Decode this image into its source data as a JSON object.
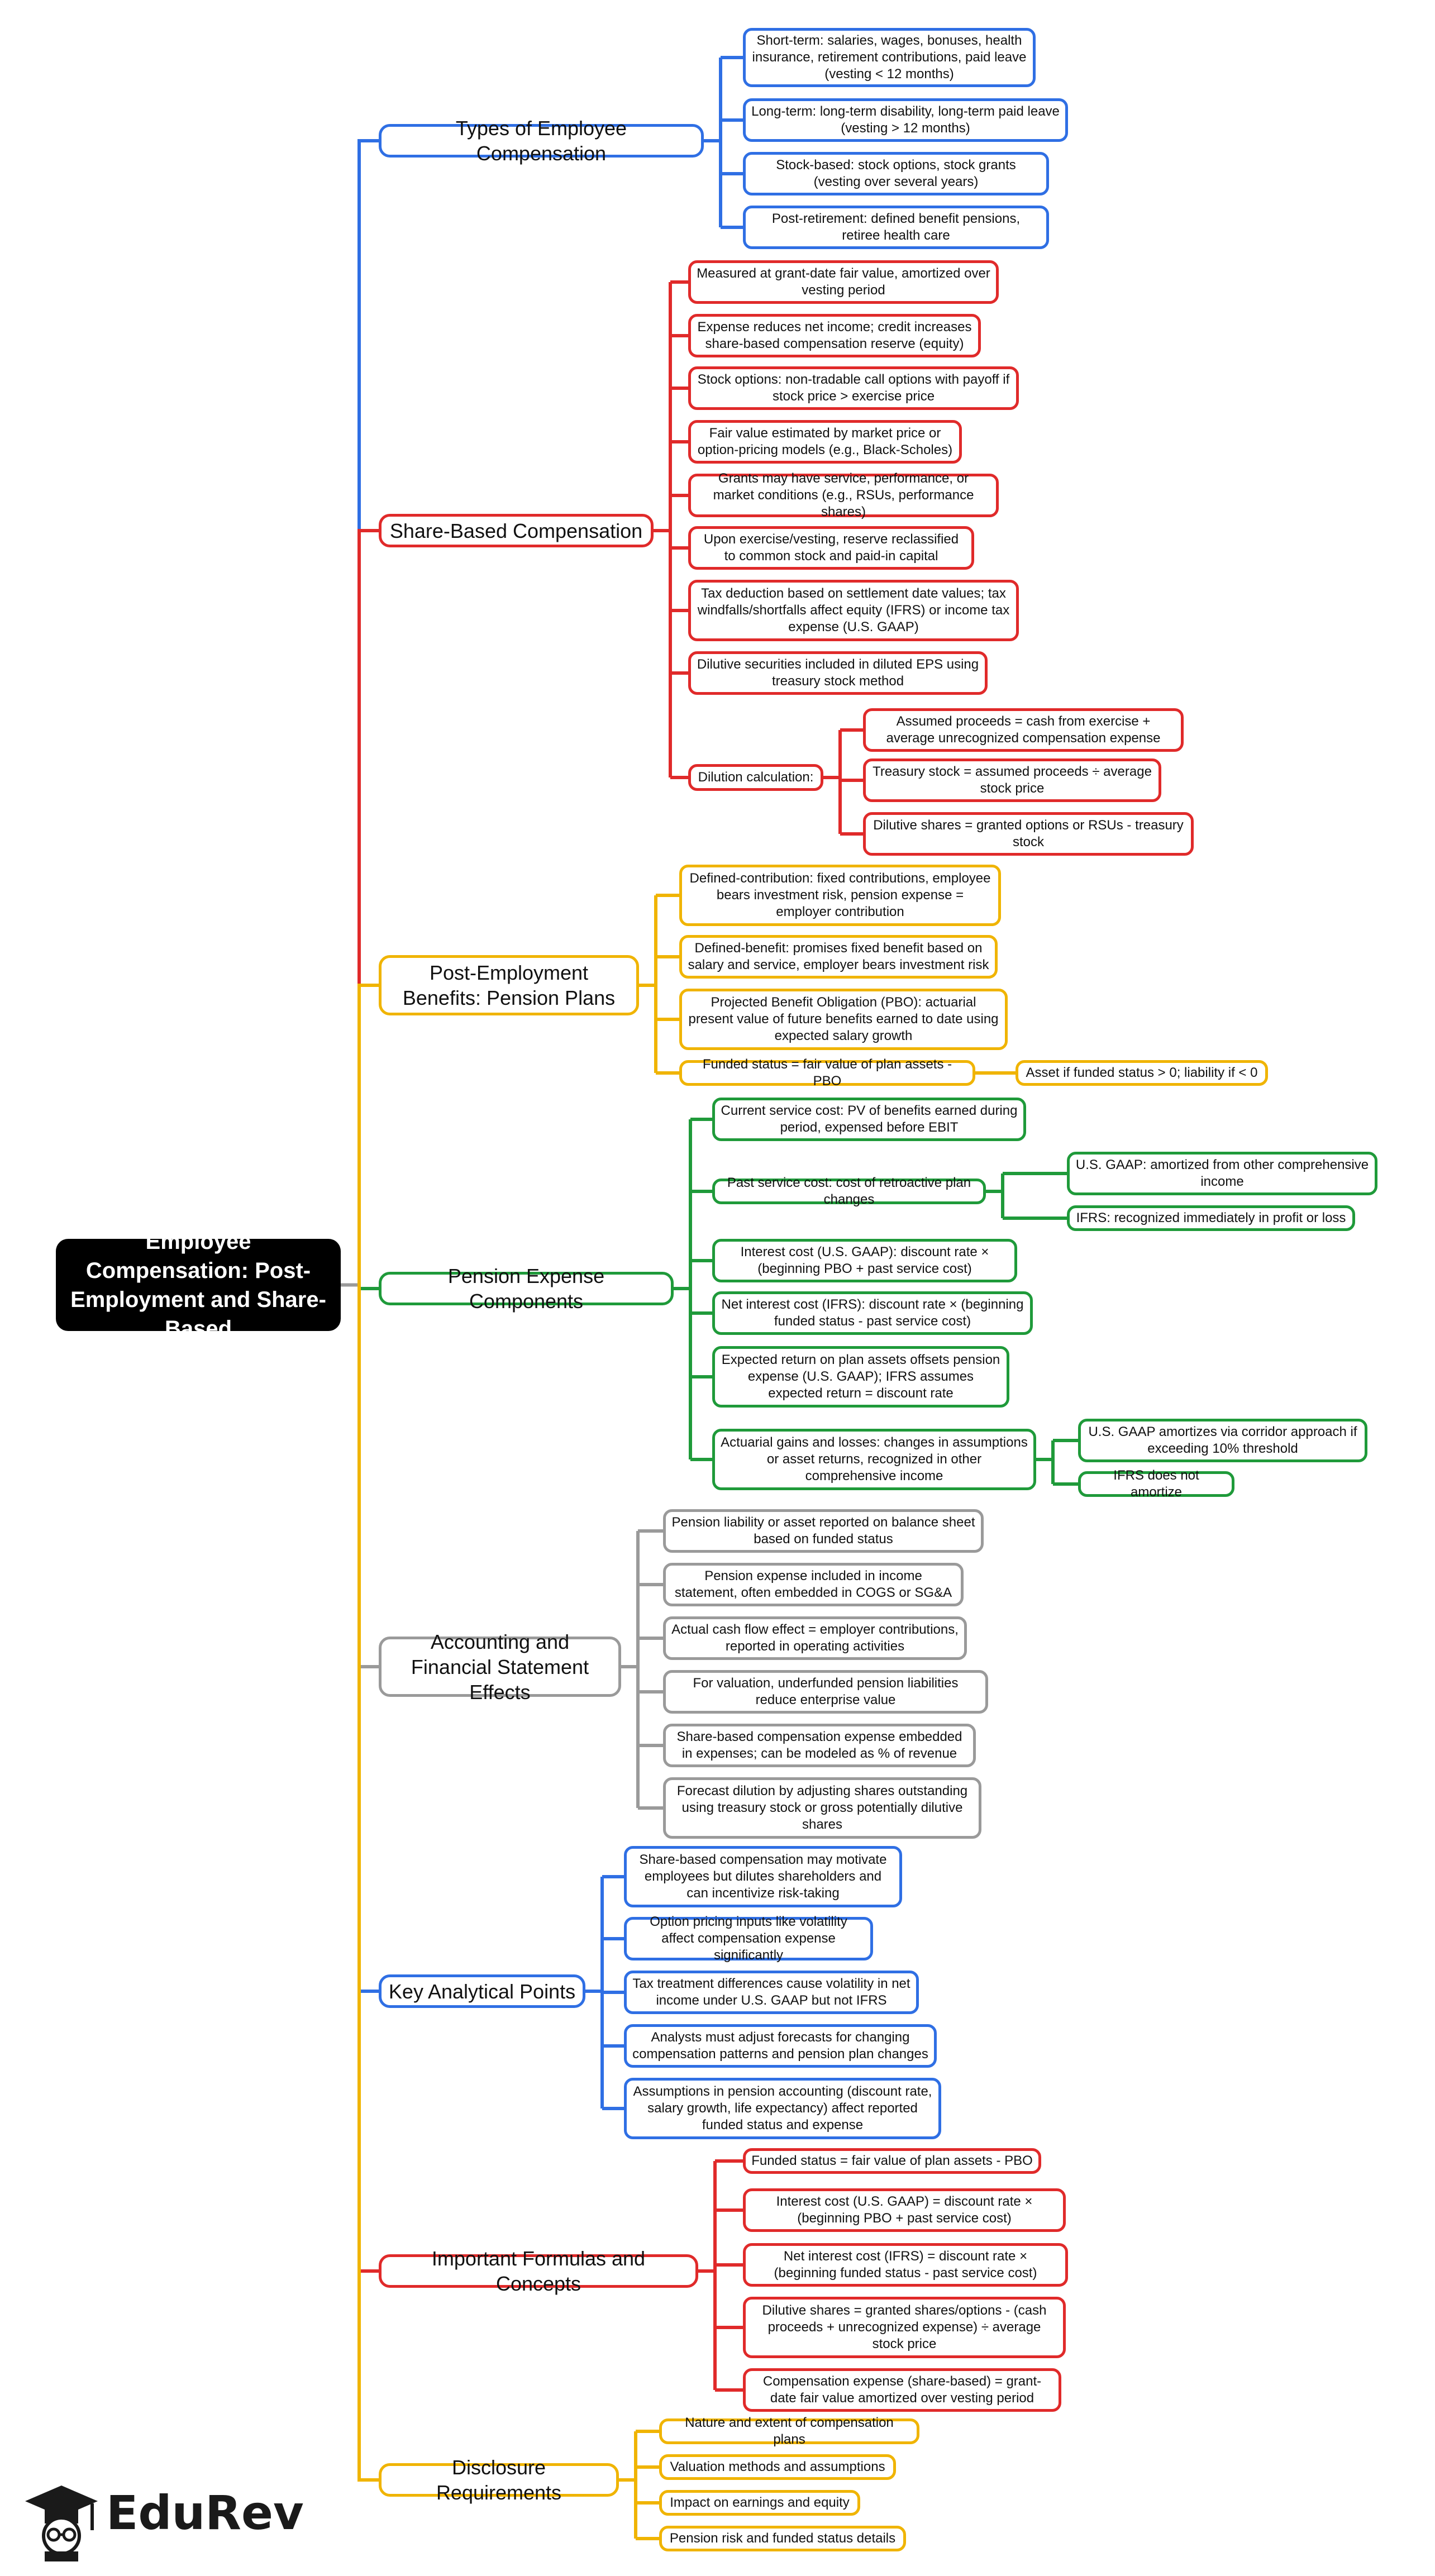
{
  "colors": {
    "blue": "#2f6fe4",
    "red": "#e02a2a",
    "yellow": "#f0b400",
    "green": "#1f9a3a",
    "gray": "#9a9a9a",
    "root_bg": "#000000"
  },
  "root": {
    "label": "Employee Compensation: Post-Employment and Share-Based"
  },
  "branches": [
    {
      "label": "Types of Employee Compensation",
      "color": "blue",
      "children": [
        {
          "label": "Short-term: salaries, wages, bonuses, health insurance, retirement contributions, paid leave (vesting < 12 months)"
        },
        {
          "label": "Long-term: long-term disability, long-term paid leave (vesting > 12 months)"
        },
        {
          "label": "Stock-based: stock options, stock grants (vesting over several years)"
        },
        {
          "label": "Post-retirement: defined benefit pensions, retiree health care"
        }
      ]
    },
    {
      "label": "Share-Based Compensation",
      "color": "red",
      "children": [
        {
          "label": "Measured at grant-date fair value, amortized over vesting period"
        },
        {
          "label": "Expense reduces net income; credit increases share-based compensation reserve (equity)"
        },
        {
          "label": "Stock options: non-tradable call options with payoff if stock price > exercise price"
        },
        {
          "label": "Fair value estimated by market price or option-pricing models (e.g., Black-Scholes)"
        },
        {
          "label": "Grants may have service, performance, or market conditions (e.g., RSUs, performance shares)"
        },
        {
          "label": "Upon exercise/vesting, reserve reclassified to common stock and paid-in capital"
        },
        {
          "label": "Tax deduction based on settlement date values; tax windfalls/shortfalls affect equity (IFRS) or income tax expense (U.S. GAAP)"
        },
        {
          "label": "Dilutive securities included in diluted EPS using treasury stock method"
        },
        {
          "label": "Dilution calculation:",
          "children": [
            {
              "label": "Assumed proceeds = cash from exercise + average unrecognized compensation expense"
            },
            {
              "label": "Treasury stock = assumed proceeds ÷ average stock price"
            },
            {
              "label": "Dilutive shares = granted options or RSUs - treasury stock"
            }
          ]
        }
      ]
    },
    {
      "label": "Post-Employment Benefits: Pension Plans",
      "color": "yellow",
      "children": [
        {
          "label": "Defined-contribution: fixed contributions, employee bears investment risk, pension expense = employer contribution"
        },
        {
          "label": "Defined-benefit: promises fixed benefit based on salary and service, employer bears investment risk"
        },
        {
          "label": "Projected Benefit Obligation (PBO): actuarial present value of future benefits earned to date using expected salary growth"
        },
        {
          "label": "Funded status = fair value of plan assets - PBO",
          "children": [
            {
              "label": "Asset if funded status > 0; liability if < 0"
            }
          ]
        }
      ]
    },
    {
      "label": "Pension Expense Components",
      "color": "green",
      "children": [
        {
          "label": "Current service cost: PV of benefits earned during period, expensed before EBIT"
        },
        {
          "label": "Past service cost: cost of retroactive plan changes",
          "children": [
            {
              "label": "U.S. GAAP: amortized from other comprehensive income"
            },
            {
              "label": "IFRS: recognized immediately in profit or loss"
            }
          ]
        },
        {
          "label": "Interest cost (U.S. GAAP): discount rate × (beginning PBO + past service cost)"
        },
        {
          "label": "Net interest cost (IFRS): discount rate × (beginning funded status - past service cost)"
        },
        {
          "label": "Expected return on plan assets offsets pension expense (U.S. GAAP); IFRS assumes expected return = discount rate"
        },
        {
          "label": "Actuarial gains and losses: changes in assumptions or asset returns, recognized in other comprehensive income",
          "children": [
            {
              "label": "U.S. GAAP amortizes via corridor approach if exceeding 10% threshold"
            },
            {
              "label": "IFRS does not amortize"
            }
          ]
        }
      ]
    },
    {
      "label": "Accounting and Financial Statement Effects",
      "color": "gray",
      "children": [
        {
          "label": "Pension liability or asset reported on balance sheet based on funded status"
        },
        {
          "label": "Pension expense included in income statement, often embedded in COGS or SG&A"
        },
        {
          "label": "Actual cash flow effect = employer contributions, reported in operating activities"
        },
        {
          "label": "For valuation, underfunded pension liabilities reduce enterprise value"
        },
        {
          "label": "Share-based compensation expense embedded in expenses; can be modeled as % of revenue"
        },
        {
          "label": "Forecast dilution by adjusting shares outstanding using treasury stock or gross potentially dilutive shares"
        }
      ]
    },
    {
      "label": "Key Analytical Points",
      "color": "blue",
      "children": [
        {
          "label": "Share-based compensation may motivate employees but dilutes shareholders and can incentivize risk-taking"
        },
        {
          "label": "Option pricing inputs like volatility affect compensation expense significantly"
        },
        {
          "label": "Tax treatment differences cause volatility in net income under U.S. GAAP but not IFRS"
        },
        {
          "label": "Analysts must adjust forecasts for changing compensation patterns and pension plan changes"
        },
        {
          "label": "Assumptions in pension accounting (discount rate, salary growth, life expectancy) affect reported funded status and expense"
        }
      ]
    },
    {
      "label": "Important Formulas and Concepts",
      "color": "red",
      "children": [
        {
          "label": "Funded status = fair value of plan assets - PBO"
        },
        {
          "label": "Interest cost (U.S. GAAP) = discount rate × (beginning PBO + past service cost)"
        },
        {
          "label": "Net interest cost (IFRS) = discount rate × (beginning funded status - past service cost)"
        },
        {
          "label": "Dilutive shares = granted shares/options - (cash proceeds + unrecognized expense) ÷ average stock price"
        },
        {
          "label": "Compensation expense (share-based) = grant-date fair value amortized over vesting period"
        }
      ]
    },
    {
      "label": "Disclosure Requirements",
      "color": "yellow",
      "children": [
        {
          "label": "Nature and extent of compensation plans"
        },
        {
          "label": "Valuation methods and assumptions"
        },
        {
          "label": "Impact on earnings and equity"
        },
        {
          "label": "Pension risk and funded status details"
        }
      ]
    }
  ],
  "logo": {
    "text": "EduRev",
    "icon": "graduation-cap-student-icon"
  }
}
